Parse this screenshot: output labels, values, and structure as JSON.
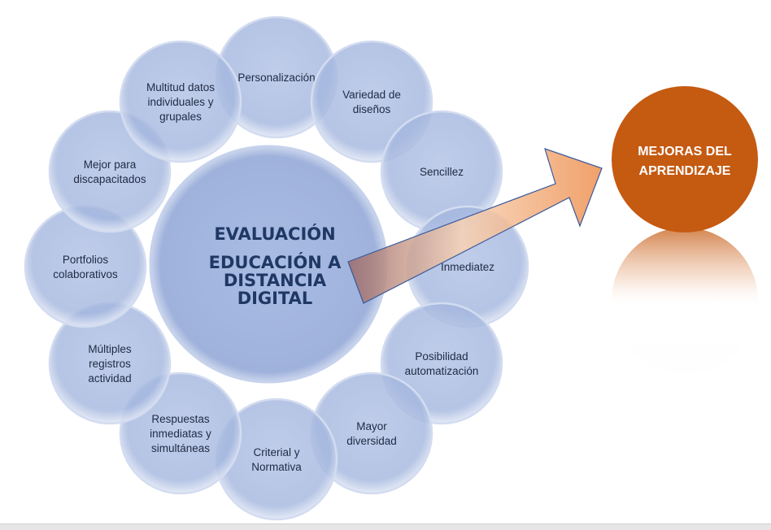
{
  "center": {
    "lines": [
      "EVALUACIÓN",
      "EDUCACIÓN A",
      "DISTANCIA",
      "DIGITAL"
    ]
  },
  "satellites": [
    {
      "lines": [
        "Personalización"
      ]
    },
    {
      "lines": [
        "Variedad de",
        "diseños"
      ]
    },
    {
      "lines": [
        "Sencillez"
      ]
    },
    {
      "lines": [
        "Inmediatez"
      ]
    },
    {
      "lines": [
        "Posibilidad",
        "automatización"
      ]
    },
    {
      "lines": [
        "Mayor",
        "diversidad"
      ]
    },
    {
      "lines": [
        "Criterial y",
        "Normativa"
      ]
    },
    {
      "lines": [
        "Respuestas",
        "inmediatas y",
        "simultáneas"
      ]
    },
    {
      "lines": [
        "Múltiples",
        "registros",
        "actividad"
      ]
    },
    {
      "lines": [
        "Portfolios",
        "colaborativos"
      ]
    },
    {
      "lines": [
        "Mejor para",
        "discapacitados"
      ]
    },
    {
      "lines": [
        "Multitud datos",
        "individuales y",
        "grupales"
      ]
    }
  ],
  "outcome": {
    "lines": [
      "MEJORAS DEL",
      "APRENDIZAJE"
    ]
  },
  "colors": {
    "circle": "#9fb3dc",
    "circle_edge": "#c9d5ee",
    "center_text": "#1f3864",
    "outcome": "#c55a11",
    "arrow": "#f4b183"
  }
}
